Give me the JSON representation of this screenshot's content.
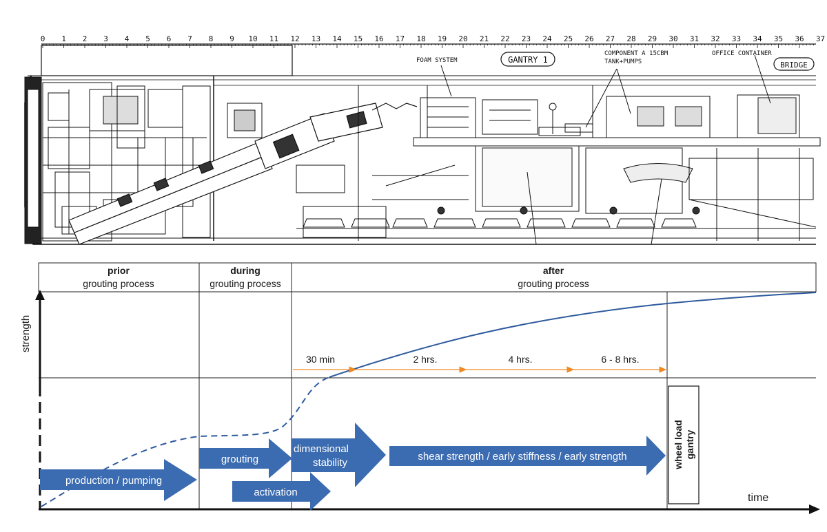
{
  "drawing": {
    "scale_ticks": [
      "0",
      "1",
      "2",
      "3",
      "4",
      "5",
      "6",
      "7",
      "8",
      "9",
      "10",
      "11",
      "12",
      "13",
      "14",
      "15",
      "16",
      "17",
      "18",
      "19",
      "20",
      "21",
      "22",
      "23",
      "24",
      "25",
      "26",
      "27",
      "28",
      "29",
      "30",
      "31",
      "32",
      "33",
      "34",
      "35",
      "36",
      "37"
    ],
    "labels": {
      "foam_system": "FOAM SYSTEM",
      "gantry": "GANTRY 1",
      "component_line1": "COMPONENT A 15CBM",
      "component_line2": "TANK+PUMPS",
      "office_container": "OFFICE CONTAINER",
      "bridge": "BRIDGE"
    }
  },
  "phases": [
    {
      "bold": "prior",
      "sub": "grouting process"
    },
    {
      "bold": "during",
      "sub": "grouting process"
    },
    {
      "bold": "after",
      "sub": "grouting process"
    }
  ],
  "axes": {
    "y_label": "strength",
    "x_label": "time"
  },
  "timeline": {
    "labels": [
      "30 min",
      "2 hrs.",
      "4 hrs.",
      "6 - 8 hrs."
    ]
  },
  "process_arrows": {
    "production": "production / pumping",
    "grouting": "grouting",
    "activation": "activation",
    "dimensional_line1": "dimensional",
    "dimensional_line2": "stability",
    "shear": "shear strength / early stiffness / early strength"
  },
  "wheel_box": {
    "line1": "wheel load",
    "line2": "gantry"
  },
  "colors": {
    "arrow_fill": "#3b6bb0",
    "curve": "#2e5a9c",
    "timeline": "#f08a24",
    "line": "#222222"
  }
}
